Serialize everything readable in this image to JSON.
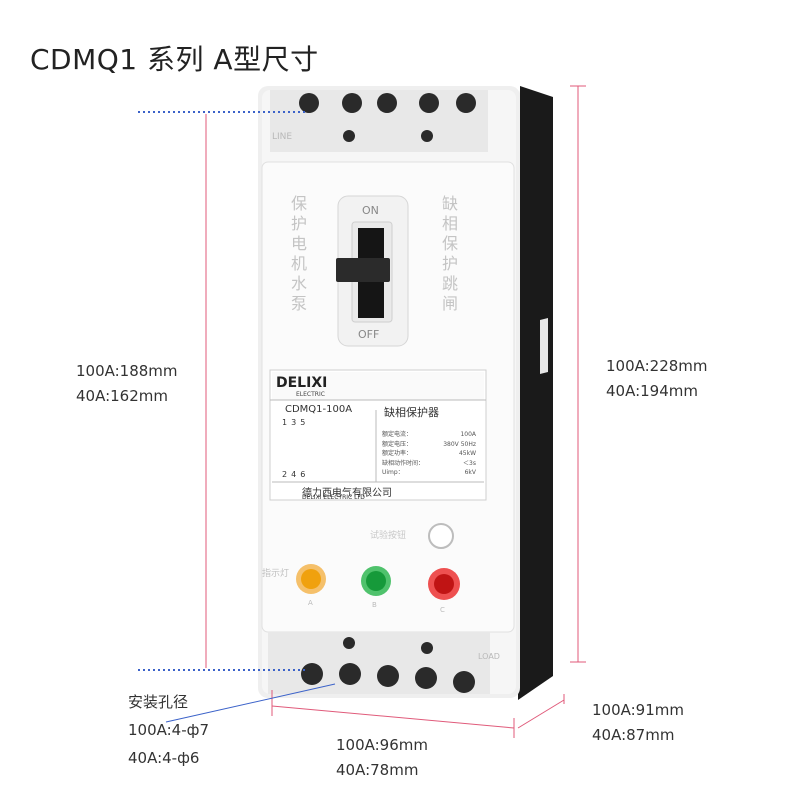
{
  "title": "CDMQ1 系列 A型尺寸",
  "dimensions": {
    "mount_height": {
      "line1": "100A:188mm",
      "line2": "40A:162mm"
    },
    "total_height": {
      "line1": "100A:228mm",
      "line2": "40A:194mm"
    },
    "width": {
      "line1": "100A:96mm",
      "line2": "40A:78mm"
    },
    "depth": {
      "line1": "100A:91mm",
      "line2": "40A:87mm"
    },
    "mount_hole": {
      "label": "安装孔径",
      "line1": "100A:4-ф7",
      "line2": "40A:4-ф6"
    }
  },
  "device": {
    "brand": "DELIXI",
    "brand_sub": "ELECTRIC",
    "model": "CDMQ1-100A",
    "product_name": "缺相保护器",
    "side_text_left": "保护电机水泵",
    "side_text_right": "缺相保护跳闸",
    "switch_on": "ON",
    "switch_off": "OFF",
    "line_label": "LINE",
    "load_label": "LOAD",
    "terminal_top": [
      "1",
      "3",
      "5"
    ],
    "terminal_bottom": [
      "2",
      "4",
      "6"
    ],
    "rated_current": "100A",
    "rated_voltage": "380V 50Hz",
    "rated_power": "45kW",
    "trip_time": "＜3s",
    "uimp": "6kV",
    "spec_labels": [
      "额定电流：",
      "额定电压：",
      "额定功率：",
      "缺相动作时间：",
      "Uimp："
    ],
    "company_cn": "德力西电气有限公司",
    "company_en": "DELIXI ELECTRIC LTD",
    "test_button_label": "试验按钮",
    "indicator_label": "指示灯",
    "indicator_colors": {
      "yellow": "#f0a10e",
      "green": "#169a3a",
      "red": "#d81f1f"
    },
    "phase_labels": [
      "A",
      "B",
      "C"
    ]
  },
  "colors": {
    "guide_line": "#e05a7a",
    "dotted_line": "#3b62c9"
  }
}
